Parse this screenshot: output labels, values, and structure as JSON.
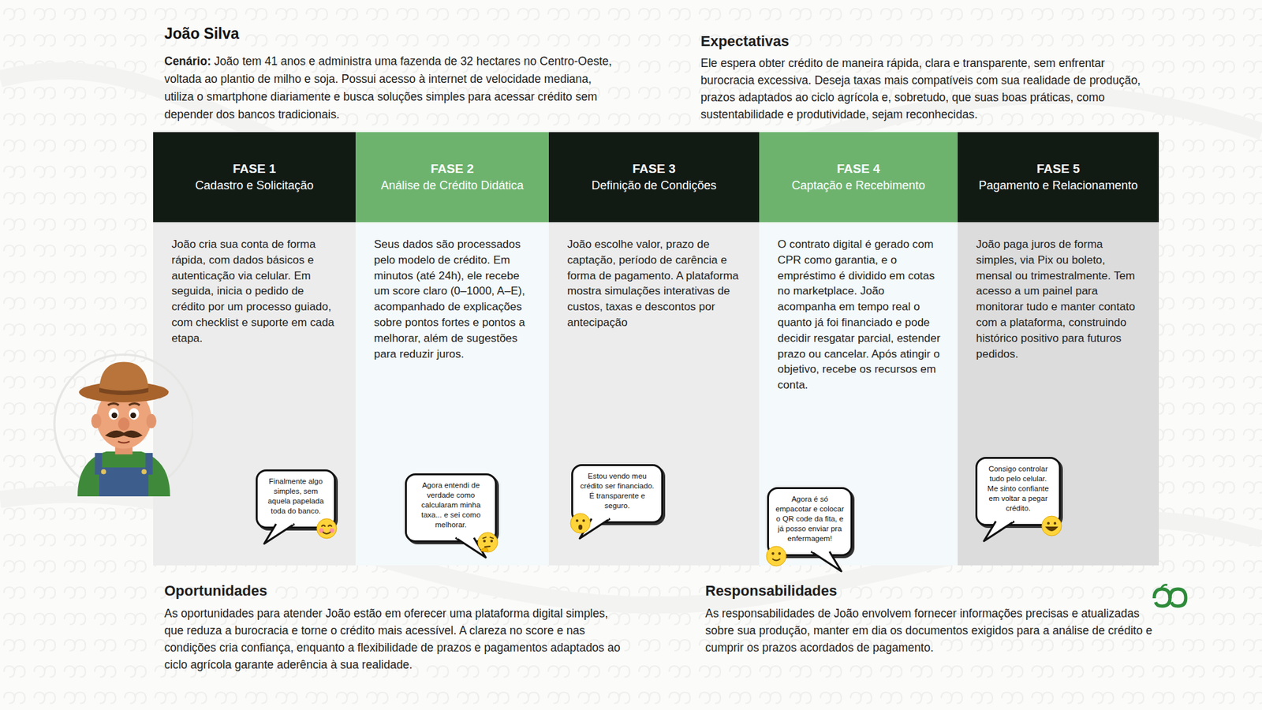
{
  "diagram": {
    "title": "João Silva",
    "nodes": [
      {
        "text": [
          "FASE 1",
          "Cadastro e Solicitação",
          "João cria sua conta de forma rápida, com dados básicos e autenticação via celular. Em seguida, inicia o pedido de crédito por um processo guiado, com checklist e suporte em cada etapa."
        ]
      },
      {
        "text": [
          "Finalmente algo simples, sem aquela papelada toda do banco."
        ],
        "in": 0
      },
      {
        "text": [
          "FASE 2",
          "Análise de Crédito Didática",
          "Seus dados são processados pelo modelo de crédito. Em minutos (até 24h), ele recebe um score claro (0–1000, A–E), acompanhado de explicações sobre pontos fortes e pontos a melhorar, além de sugestões para reduzir juros."
        ]
      },
      {
        "text": [
          "Agora entendi de verdade como calcularam minha taxa... e sei como melhorar."
        ],
        "in": 2
      },
      {
        "text": [
          "FASE 3",
          "Definição de Condições",
          "João escolhe valor, prazo de captação, período de carência e forma de pagamento. A plataforma mostra simulações interativas de custos, taxas e descontos por antecipação"
        ]
      },
      {
        "text": [
          "Estou vendo meu crédito ser financiado. É transparente e seguro."
        ],
        "in": 4
      },
      {
        "text": [
          "FASE 4",
          "Captação e Recebimento",
          "O contrato digital é gerado com CPR como garantia, e o empréstimo é dividido em cotas no marketplace. João acompanha em tempo real o quanto já foi financiado e pode decidir resgatar parcial, estender prazo ou cancelar. Após atingir o objetivo, recebe os recursos em conta."
        ]
      },
      {
        "text": [
          "Agora é só empacotar e colocar o QR code da fita, e já posso enviar pra enfermagem!"
        ],
        "in": 6
      },
      {
        "text": [
          "FASE 5",
          "Pagamento e Relacionamento",
          "João paga juros de forma simples, via Pix ou boleto, mensal ou trimestralmente. Tem acesso a um painel para monitorar tudo e manter contato com a plataforma, construindo histórico positivo para futuros pedidos."
        ]
      },
      {
        "text": [
          "Consigo controlar tudo pelo celular. Me sinto confiante em voltar a pegar crédito."
        ],
        "in": 8
      }
    ],
    "labels": [
      "Cenário:",
      "João tem 41 anos e administra uma fazenda de 32 hectares no Centro-Oeste, voltada ao plantio de milho e soja. Possui acesso à internet de velocidade mediana, utiliza o smartphone diariamente e busca soluções simples para acessar crédito sem depender dos bancos tradicionais.",
      "Expectativas",
      "Ele espera obter crédito de maneira rápida, clara e transparente, sem enfrentar burocracia excessiva. Deseja taxas mais compatíveis com sua realidade de produção, prazos adaptados ao ciclo agrícola e, sobretudo, que suas boas práticas, como sustentabilidade e produtividade, sejam reconhecidas.",
      "Oportunidades",
      "As oportunidades para atender João estão em oferecer uma plataforma digital simples, que reduza a burocracia e torne o crédito mais acessível. A clareza no score e nas condições cria confiança, enquanto a flexibilidade de prazos e pagamentos adaptados ao ciclo agrícola garante aderência à sua realidade.",
      "Responsabilidades",
      "As responsabilidades de João envolvem fornecer informações precisas e atualizadas sobre sua produção, manter em dia os documentos exigidos para a análise de crédito e cumprir os prazos acordados de pagamento."
    ]
  }
}
